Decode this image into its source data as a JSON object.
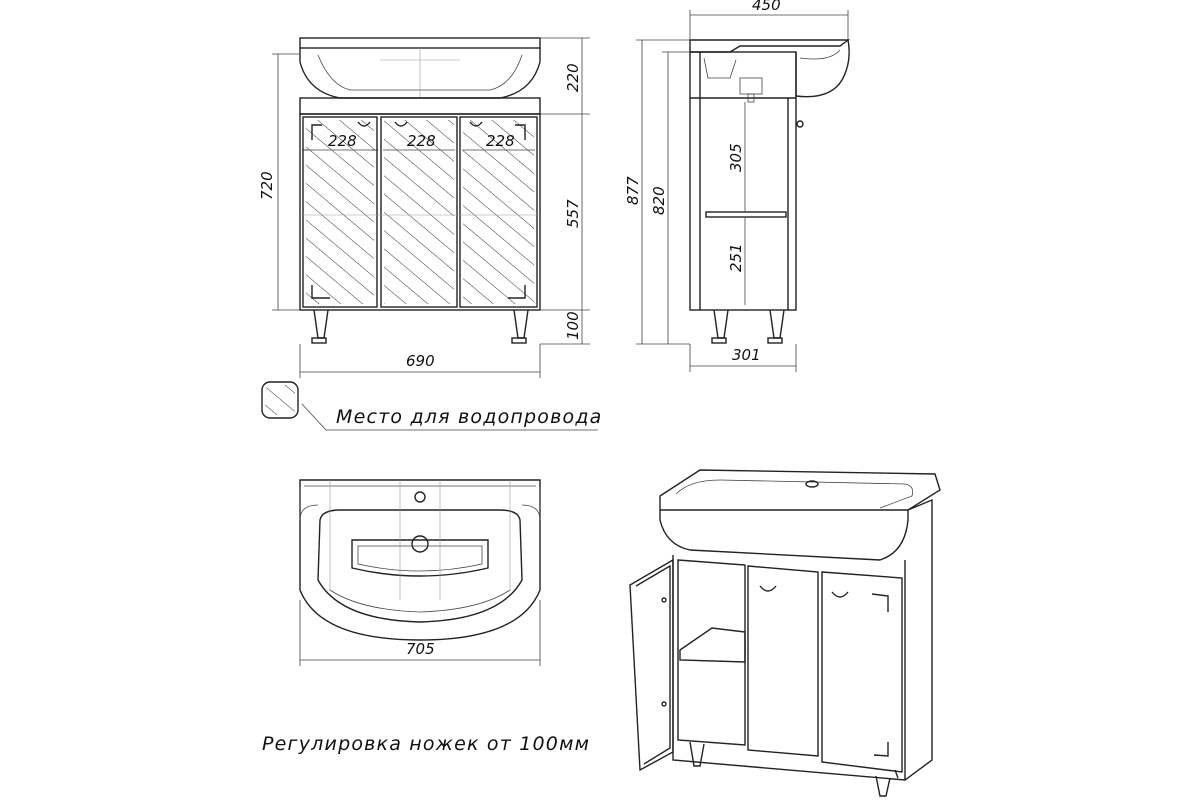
{
  "front_view": {
    "dim_basin_height": "220",
    "door_widths": [
      "228",
      "228",
      "228"
    ],
    "dim_total_height": "720",
    "dim_cabinet_height": "557",
    "dim_legs": "100",
    "dim_width": "690"
  },
  "side_view": {
    "dim_depth": "450",
    "dim_overall_height": "877",
    "dim_height": "820",
    "dim_shelf_upper": "305",
    "dim_shelf_lower": "251",
    "dim_cabinet_depth": "301"
  },
  "legend": {
    "label": "Место для водопровода"
  },
  "top_view": {
    "dim_basin_width": "705"
  },
  "footer_note": "Регулировка ножек от 100мм"
}
